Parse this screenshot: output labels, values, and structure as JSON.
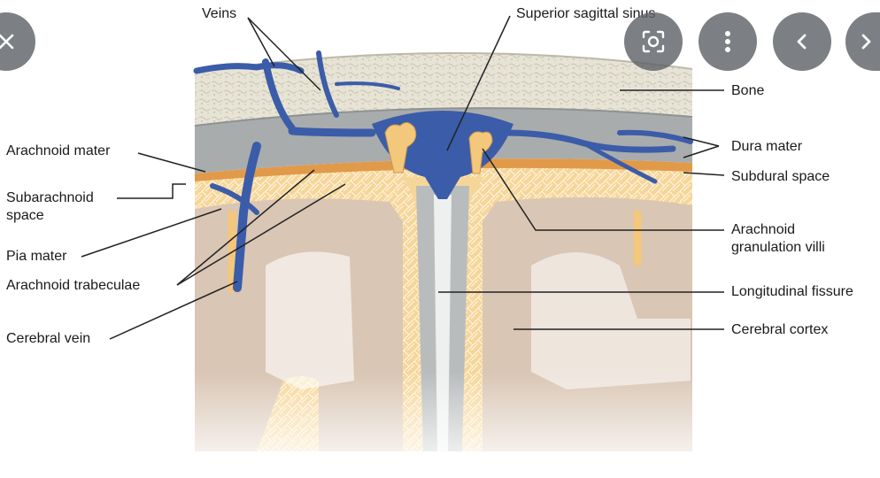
{
  "labels": {
    "veins": "Veins",
    "superior_sagittal_sinus": "Superior sagittal sinus",
    "bone": "Bone",
    "dura_mater": "Dura mater",
    "subdural_space": "Subdural space",
    "arachnoid_mater": "Arachnoid mater",
    "subarachnoid_space_1": "Subarachnoid",
    "subarachnoid_space_2": "space",
    "pia_mater": "Pia mater",
    "arachnoid_trabeculae": "Arachnoid trabeculae",
    "cerebral_vein": "Cerebral vein",
    "arachnoid_granulation_villi_1": "Arachnoid",
    "arachnoid_granulation_villi_2": "granulation villi",
    "longitudinal_fissure": "Longitudinal fissure",
    "cerebral_cortex": "Cerebral cortex"
  },
  "icons": {
    "close": "close-icon",
    "lens": "lens-search-icon",
    "more": "more-vert-icon",
    "prev": "chevron-left-icon",
    "next": "chevron-right-icon"
  },
  "colors": {
    "bone": "#e7e4d6",
    "dura": "#a9acad",
    "vein": "#3b5ca8",
    "arachnoid": "#f3c77c",
    "cortex": "#d9c6b4",
    "button_bg": "#5f6368"
  }
}
